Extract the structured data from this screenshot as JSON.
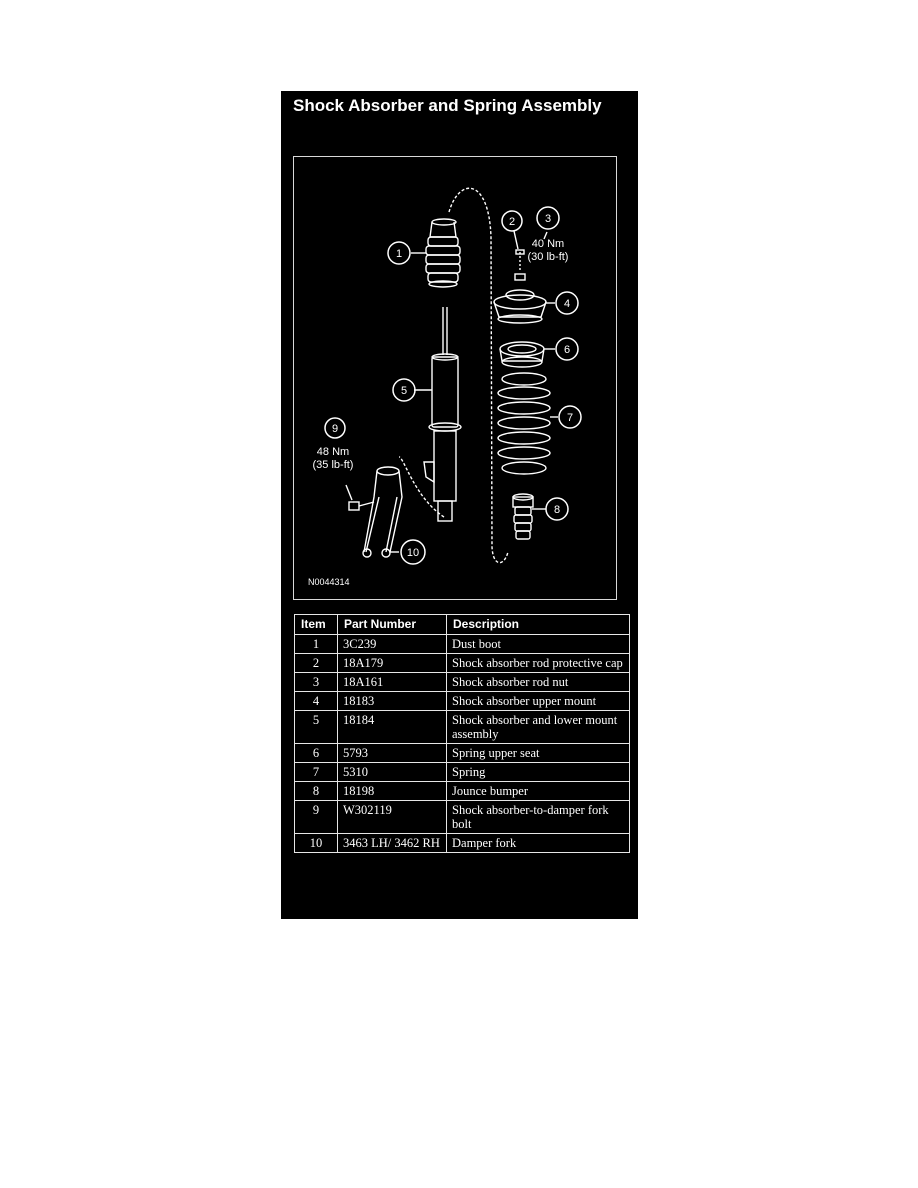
{
  "title": "Shock Absorber and Spring Assembly",
  "figure": {
    "id": "N0044314",
    "callouts": [
      "1",
      "2",
      "3",
      "4",
      "5",
      "6",
      "7",
      "8",
      "9",
      "10"
    ],
    "torque_3": [
      "40 Nm",
      "(30 lb-ft)"
    ],
    "torque_9": [
      "48 Nm",
      "(35 lb-ft)"
    ]
  },
  "table": {
    "headers": [
      "Item",
      "Part Number",
      "Description"
    ],
    "rows": [
      [
        "1",
        "3C239",
        "Dust boot"
      ],
      [
        "2",
        "18A179",
        "Shock absorber rod protective cap"
      ],
      [
        "3",
        "18A161",
        "Shock absorber rod nut"
      ],
      [
        "4",
        "18183",
        "Shock absorber upper mount"
      ],
      [
        "5",
        "18184",
        "Shock absorber and lower mount assembly"
      ],
      [
        "6",
        "5793",
        "Spring upper seat"
      ],
      [
        "7",
        "5310",
        "Spring"
      ],
      [
        "8",
        "18198",
        "Jounce bumper"
      ],
      [
        "9",
        "W302119",
        "Shock absorber-to-damper fork bolt"
      ],
      [
        "10",
        "3463 LH/ 3462 RH",
        "Damper fork"
      ]
    ]
  }
}
